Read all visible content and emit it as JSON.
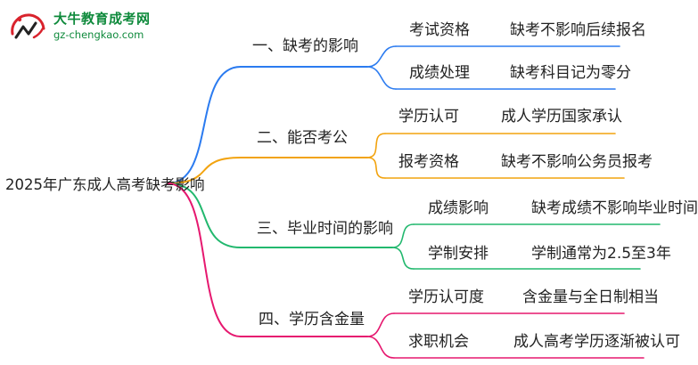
{
  "logo": {
    "name": "大牛教育成考网",
    "url": "gz-chengkao.com"
  },
  "root": "2025年广东成人高考缺考影响",
  "branches": [
    {
      "title": "一、缺考的影响",
      "color": "#2b7bf0",
      "items": [
        {
          "label": "考试资格",
          "value": "缺考不影响后续报名"
        },
        {
          "label": "成绩处理",
          "value": "缺考科目记为零分"
        }
      ]
    },
    {
      "title": "二、能否考公",
      "color": "#f2a30f",
      "items": [
        {
          "label": "学历认可",
          "value": "成人学历国家承认"
        },
        {
          "label": "报考资格",
          "value": "缺考不影响公务员报考"
        }
      ]
    },
    {
      "title": "三、毕业时间的影响",
      "color": "#22b86e",
      "items": [
        {
          "label": "成绩影响",
          "value": "缺考成绩不影响毕业时间"
        },
        {
          "label": "学制安排",
          "value": "学制通常为2.5至3年"
        }
      ]
    },
    {
      "title": "四、学历含金量",
      "color": "#e6186f",
      "items": [
        {
          "label": "学历认可度",
          "value": "含金量与全日制相当"
        },
        {
          "label": "求职机会",
          "value": "成人高考学历逐渐被认可"
        }
      ]
    }
  ]
}
